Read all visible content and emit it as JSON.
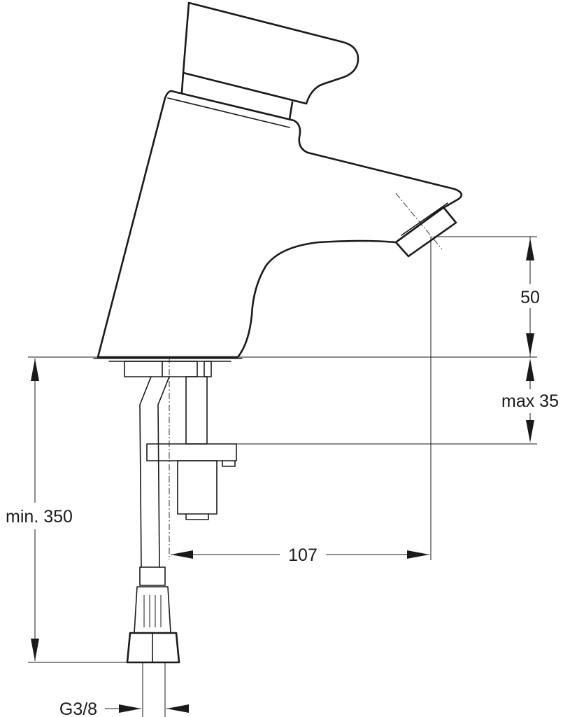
{
  "dimensions": {
    "outlet_height": "50",
    "deck_thickness": "max 35",
    "supply_length": "min. 350",
    "spout_reach": "107",
    "thread": "G3/8"
  }
}
